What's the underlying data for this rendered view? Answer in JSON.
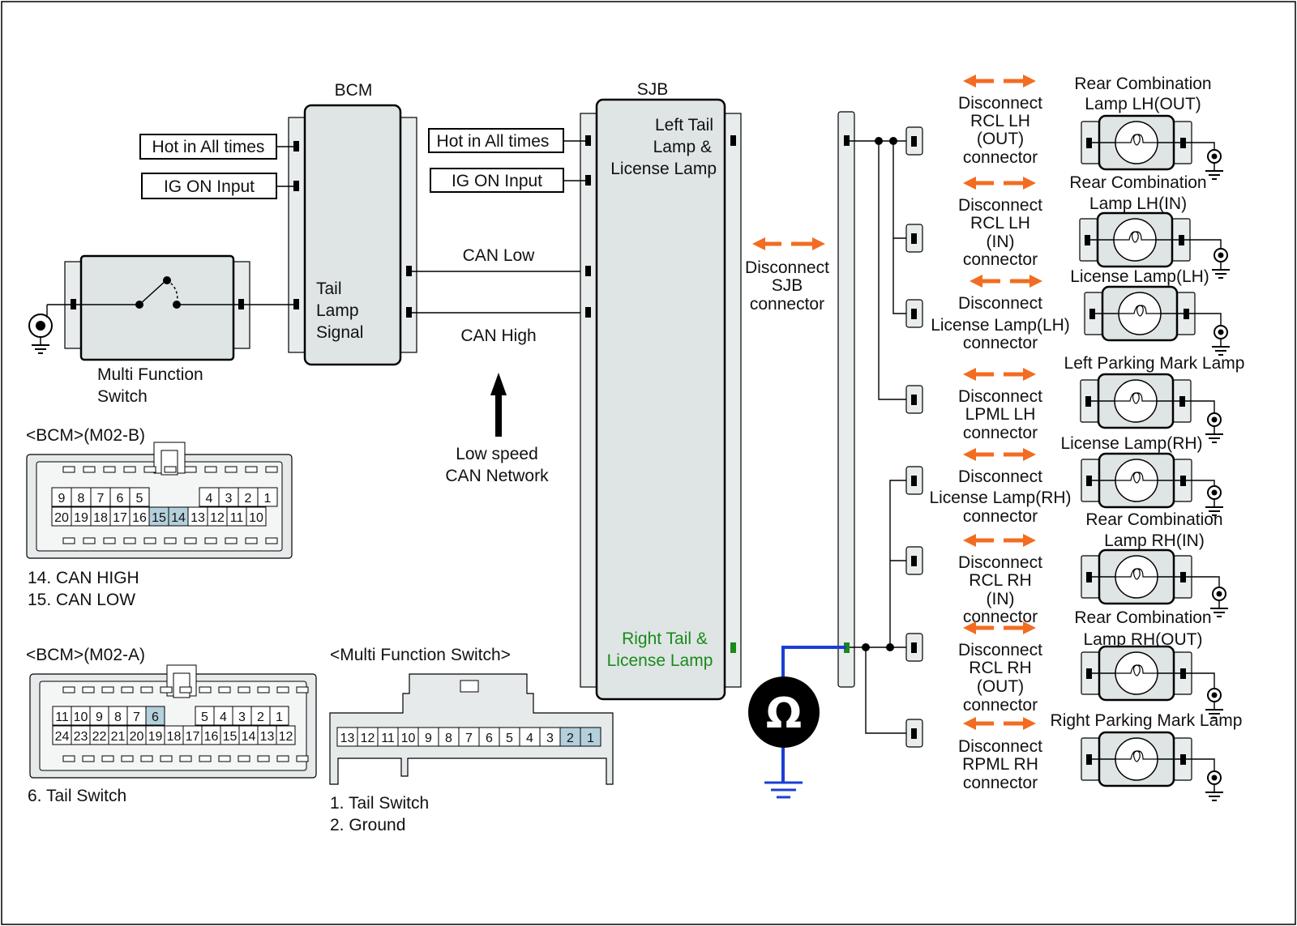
{
  "colors": {
    "arrow": "#f26c21",
    "meter_wire": "#1a3fd6",
    "right_tail_text": "#1a8a1a",
    "pin_highlight": "#b4d0dc"
  },
  "icons": {
    "meter": "ohm-meter-icon",
    "ground": "ground-icon",
    "bulb": "bulb-icon"
  },
  "bcm": {
    "title": "BCM",
    "signal_label": [
      "Tail",
      "Lamp",
      "Signal"
    ],
    "inputs": [
      "Hot in All times",
      "IG ON Input"
    ]
  },
  "sjb": {
    "title": "SJB",
    "left_label": [
      "Left Tail",
      "Lamp &",
      "License Lamp"
    ],
    "right_label": [
      "Right Tail &",
      "License Lamp"
    ],
    "inputs": [
      "Hot in All times",
      "IG ON Input"
    ],
    "disconnect": [
      "Disconnect",
      "SJB",
      "connector"
    ]
  },
  "can": {
    "low": "CAN Low",
    "high": "CAN High",
    "network": [
      "Low speed",
      "CAN Network"
    ]
  },
  "switch_label": [
    "Multi Function",
    "Switch"
  ],
  "connectors": {
    "m02b": {
      "title": "<BCM>(M02-B)",
      "row1": [
        "9",
        "8",
        "7",
        "6",
        "5",
        "",
        "4",
        "3",
        "2",
        "1"
      ],
      "row2": [
        "20",
        "19",
        "18",
        "17",
        "16",
        "15",
        "14",
        "13",
        "12",
        "11",
        "10"
      ],
      "highlighted": [
        "15",
        "14"
      ],
      "notes": [
        "14. CAN HIGH",
        "15. CAN LOW"
      ]
    },
    "m02a": {
      "title": "<BCM>(M02-A)",
      "row1": [
        "11",
        "10",
        "9",
        "8",
        "7",
        "6",
        "",
        "5",
        "4",
        "3",
        "2",
        "1"
      ],
      "row2": [
        "24",
        "23",
        "22",
        "21",
        "20",
        "19",
        "18",
        "17",
        "16",
        "15",
        "14",
        "13",
        "12"
      ],
      "highlighted": [
        "6"
      ],
      "notes": [
        "6. Tail Switch"
      ]
    },
    "mfs": {
      "title": "<Multi Function Switch>",
      "pins": [
        "13",
        "12",
        "11",
        "10",
        "9",
        "8",
        "7",
        "6",
        "5",
        "4",
        "3",
        "2",
        "1"
      ],
      "highlighted": [
        "2",
        "1"
      ],
      "notes": [
        "1. Tail Switch",
        "2. Ground"
      ]
    }
  },
  "lamps": [
    {
      "name": [
        "Rear Combination",
        "Lamp LH(OUT)"
      ],
      "disconnect": [
        "Disconnect",
        "RCL LH",
        "(OUT)",
        "connector"
      ]
    },
    {
      "name": [
        "Rear Combination",
        "Lamp LH(IN)"
      ],
      "disconnect": [
        "Disconnect",
        "RCL LH",
        "(IN)",
        "connector"
      ]
    },
    {
      "name": [
        "License Lamp(LH)"
      ],
      "disconnect": [
        "Disconnect",
        "License Lamp(LH)",
        "connector"
      ]
    },
    {
      "name": [
        "Left Parking Mark Lamp"
      ],
      "disconnect": [
        "Disconnect",
        "LPML LH",
        "connector"
      ]
    },
    {
      "name": [
        "License Lamp(RH)"
      ],
      "disconnect": [
        "Disconnect",
        "License Lamp(RH)",
        "connector"
      ]
    },
    {
      "name": [
        "Rear Combination",
        "Lamp RH(IN)"
      ],
      "disconnect": [
        "Disconnect",
        "RCL RH",
        "(IN)",
        "connector"
      ]
    },
    {
      "name": [
        "Rear Combination",
        "Lamp RH(OUT)"
      ],
      "disconnect": [
        "Disconnect",
        "RCL RH",
        "(OUT)",
        "connector"
      ]
    },
    {
      "name": [
        "Right Parking Mark Lamp"
      ],
      "disconnect": [
        "Disconnect",
        "RPML RH",
        "connector"
      ]
    }
  ]
}
